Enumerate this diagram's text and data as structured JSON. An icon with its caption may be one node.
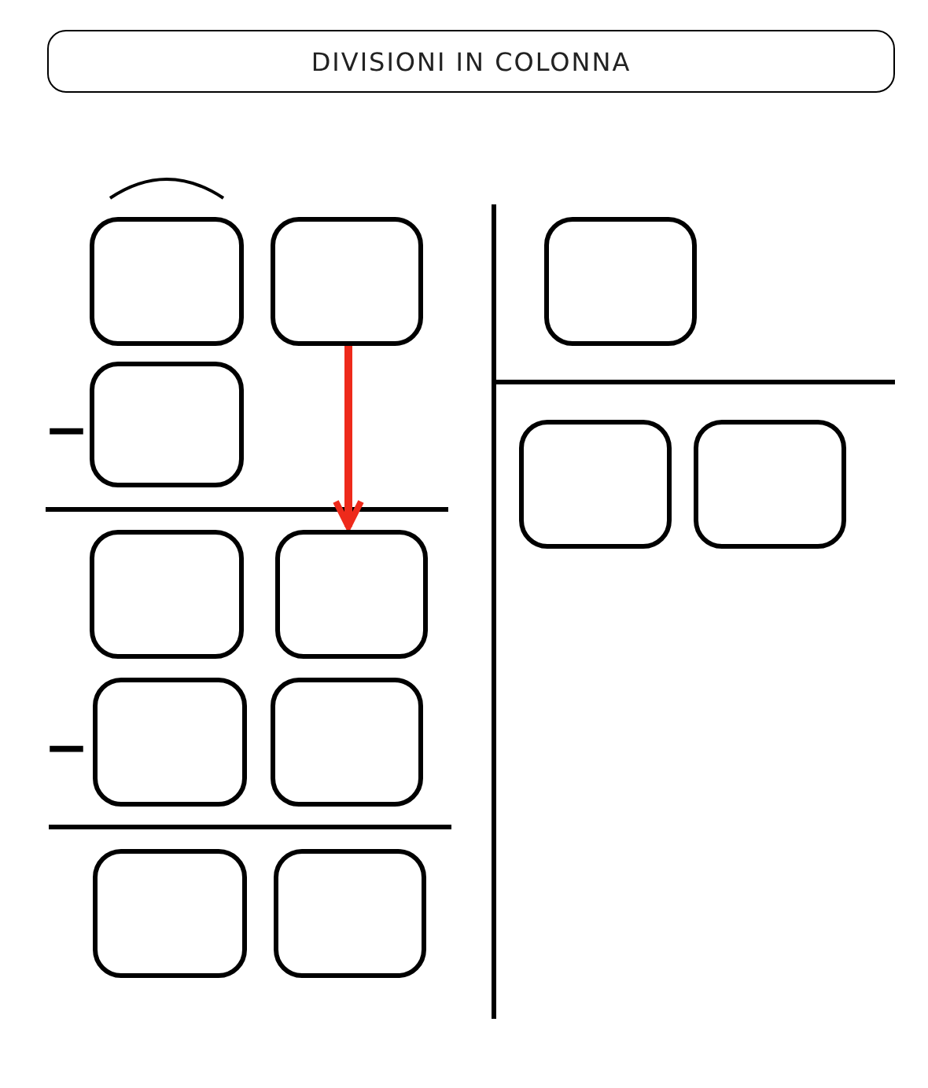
{
  "diagram": {
    "title": "DIVISIONI IN COLONNA",
    "nodes": [
      {
        "text": [],
        "shape": "box"
      },
      {
        "text": [],
        "shape": "box"
      },
      {
        "text": [],
        "shape": "box"
      },
      {
        "text": [],
        "shape": "box"
      },
      {
        "text": [],
        "shape": "box"
      },
      {
        "text": [],
        "shape": "box"
      },
      {
        "text": [],
        "shape": "box"
      },
      {
        "text": [],
        "shape": "box"
      },
      {
        "text": [],
        "shape": "box"
      },
      {
        "text": [],
        "shape": "box"
      },
      {
        "text": [],
        "shape": "box"
      },
      {
        "text": [],
        "shape": "box"
      }
    ],
    "edges": [
      {
        "from": 1,
        "to": 7,
        "arrow": "to",
        "color": "#ee2a1b"
      }
    ],
    "labels": [
      "−",
      "−"
    ]
  }
}
